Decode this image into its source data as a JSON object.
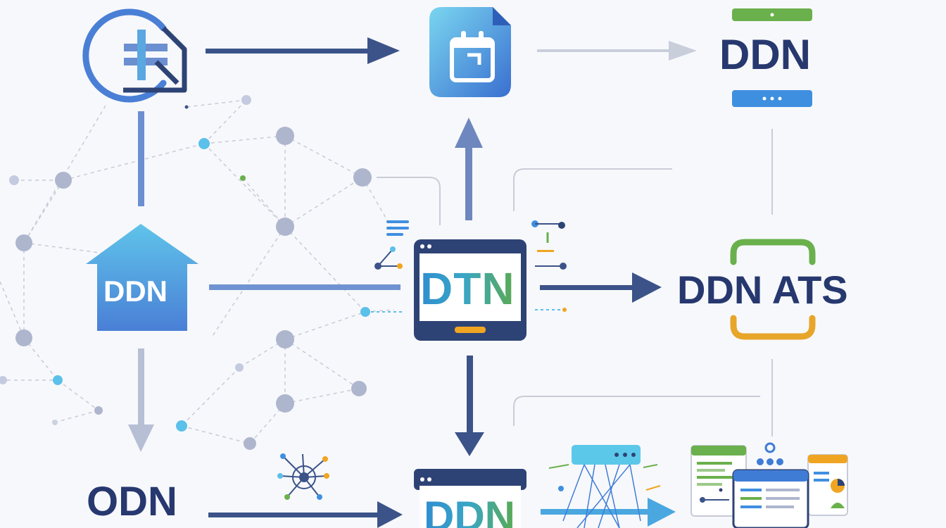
{
  "labels": {
    "ddn_top_right": "DDN",
    "ddn_house": "DDN",
    "dtn_center": "DTN",
    "ddn_ats": "DDN ATS",
    "odn_bottom_left": "ODN",
    "ddn_bottom_center": "DDN"
  },
  "colors": {
    "navy": "#2e4375",
    "arrow_blue": "#3b5389",
    "light_arrow": "#b6bfd4",
    "accent_blue": "#4a8fdc",
    "cyan": "#5bc8ea",
    "green": "#6ab04c",
    "orange": "#f0a522",
    "node_grey": "#aeb6ce",
    "dashed_line": "#c7cbd8"
  },
  "icons": {
    "top_left": "certificate-document-icon",
    "top_center": "file-calendar-icon",
    "top_right": "server-stack-icon",
    "house": "house-icon",
    "center": "monitor-icon",
    "ats_bracket": "bracket-frame-icon",
    "network_hub": "network-hub-icon",
    "bottom_right": "dashboard-windows-icon"
  }
}
